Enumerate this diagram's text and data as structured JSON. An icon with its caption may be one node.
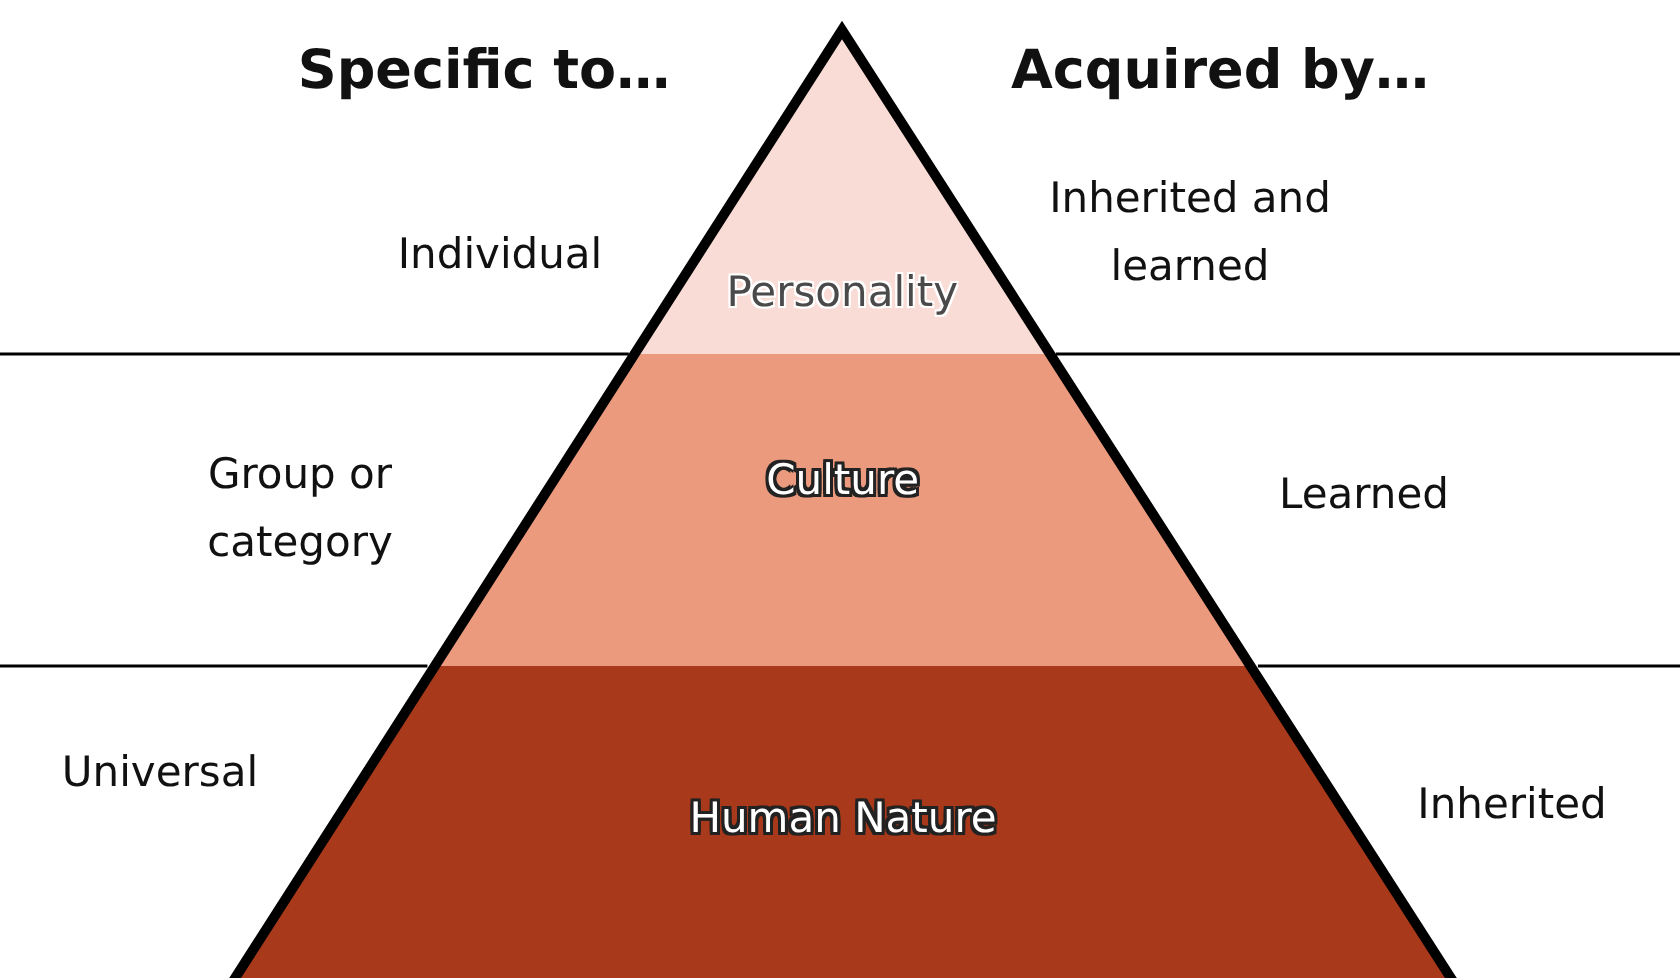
{
  "diagram": {
    "nodes": [
      {
        "text": [
          "Personality"
        ]
      },
      {
        "text": [
          "Culture"
        ]
      },
      {
        "text": [
          "Human Nature"
        ]
      }
    ],
    "labels": [
      "Specific to…",
      "Acquired by…",
      "Individual",
      "Inherited and learned",
      "Group or category",
      "Learned",
      "Universal",
      "Inherited"
    ]
  }
}
